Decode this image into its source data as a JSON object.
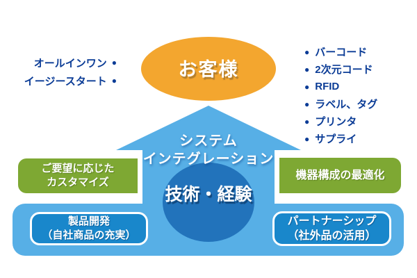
{
  "palette": {
    "orange": "#F3A62F",
    "light_blue": "#57AFE6",
    "core_blue": "#2273BB",
    "pill_blue": "#1987CB",
    "green": "#7EA833",
    "navy": "#0B3C96",
    "white": "#FFFFFF"
  },
  "glyphs": {
    "bullet": "●"
  },
  "customer": {
    "label": "お客様"
  },
  "left_features": {
    "items": [
      "オールインワン",
      "イージースタート"
    ]
  },
  "right_products": {
    "items": [
      "バーコード",
      "2次元コード",
      "RFID",
      "ラベル、タグ",
      "プリンタ",
      "サプライ"
    ]
  },
  "arrow": {
    "line1": "システム",
    "line2": "インテグレーション"
  },
  "core": {
    "label": "技術・経験"
  },
  "left_green": {
    "line1": "ご要望に応じた",
    "line2": "カスタマイズ"
  },
  "right_green": {
    "label": "機器構成の最適化"
  },
  "left_pill": {
    "line1": "製品開発",
    "line2": "（自社商品の充実）"
  },
  "right_pill": {
    "line1": "パートナーシップ",
    "line2": "（社外品の活用）"
  }
}
